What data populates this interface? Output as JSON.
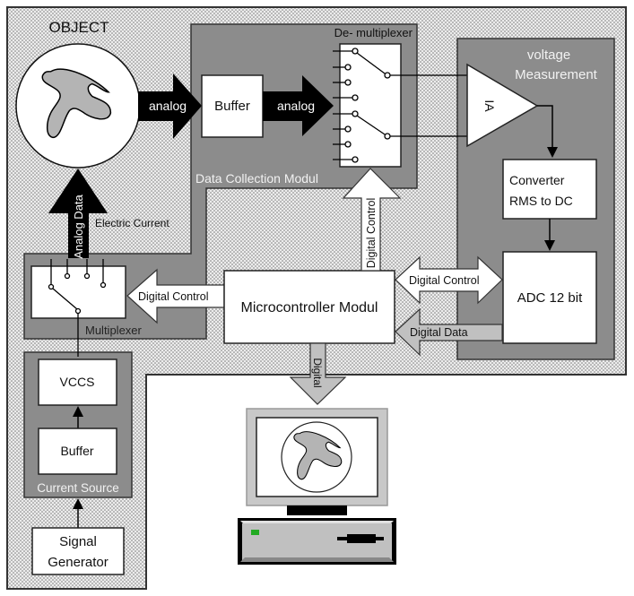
{
  "diagram": {
    "object": {
      "title": "OBJECT"
    },
    "data_collection_module": {
      "label": "Data Collection Modul",
      "demultiplexer_label": "De- multiplexer",
      "buffer_label": "Buffer"
    },
    "voltage_measurement": {
      "label_line1": "voltage",
      "label_line2": "Measurement",
      "amplifier_label": "IA",
      "converter_line1": "Converter",
      "converter_line2": "RMS to DC",
      "adc_label": "ADC 12 bit"
    },
    "multiplexer": {
      "label": "Multiplexer"
    },
    "microcontroller": {
      "label": "Microcontroller Modul"
    },
    "current_source": {
      "label": "Current Source",
      "vccs_label": "VCCS",
      "buffer_label": "Buffer"
    },
    "signal_generator": {
      "line1": "Signal",
      "line2": "Generator"
    },
    "arrows": {
      "object_to_buffer": "analog",
      "buffer_to_demux": "analog",
      "analog_data": "Analog Data",
      "electric_current": "Electric Current",
      "mcu_to_mux": "Digital Control",
      "mcu_to_demux": "Digital Control",
      "mcu_adc_control": "Digital Control",
      "adc_to_mcu": "Digital Data",
      "mcu_to_pc": "Digital"
    },
    "colors": {
      "dotted_bg": "#e6e6e6",
      "module_gray": "#8c8c8c",
      "black_arrow": "#000000",
      "gray_arrow": "#c0c0c0",
      "object_fill": "#b4b4b4",
      "led_green": "#22aa22"
    }
  }
}
